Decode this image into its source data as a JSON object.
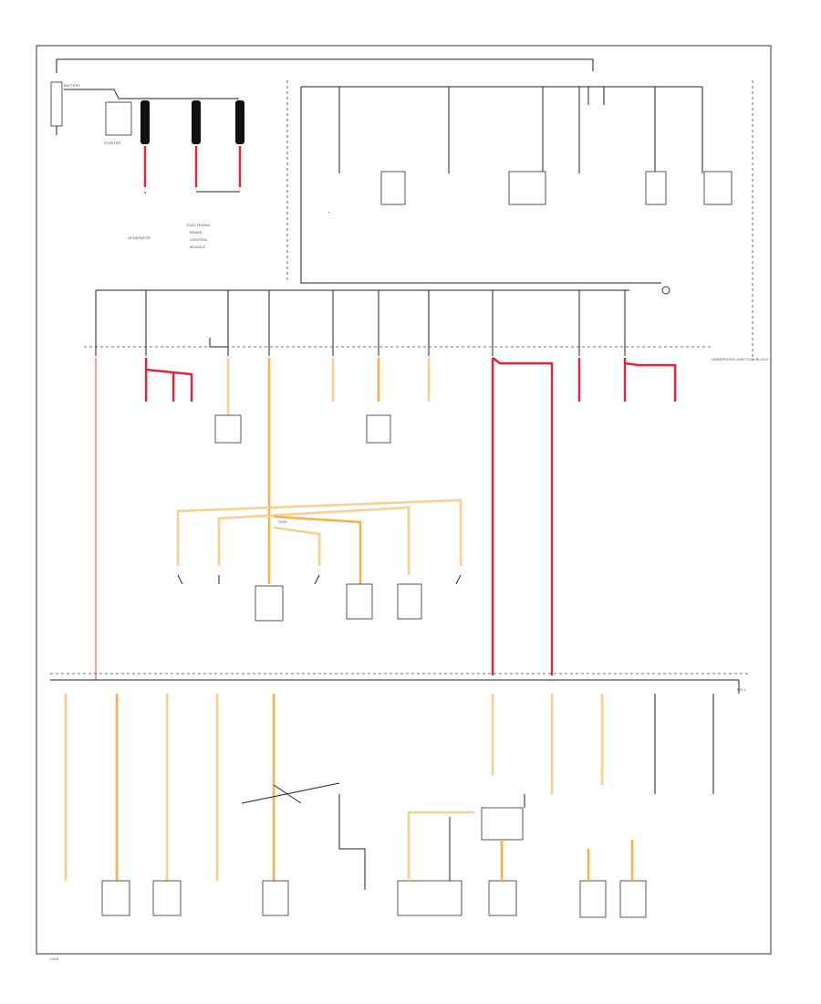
{
  "diagram": {
    "battery_label": "BATTERY",
    "starter_label": "STARTER",
    "generator_label": "GENERATOR",
    "ground_label": "G101",
    "splice_label": "S200",
    "junction_label": "UNDERHOOD JUNCTION BLOCK",
    "corner_label": "FIG 1"
  }
}
